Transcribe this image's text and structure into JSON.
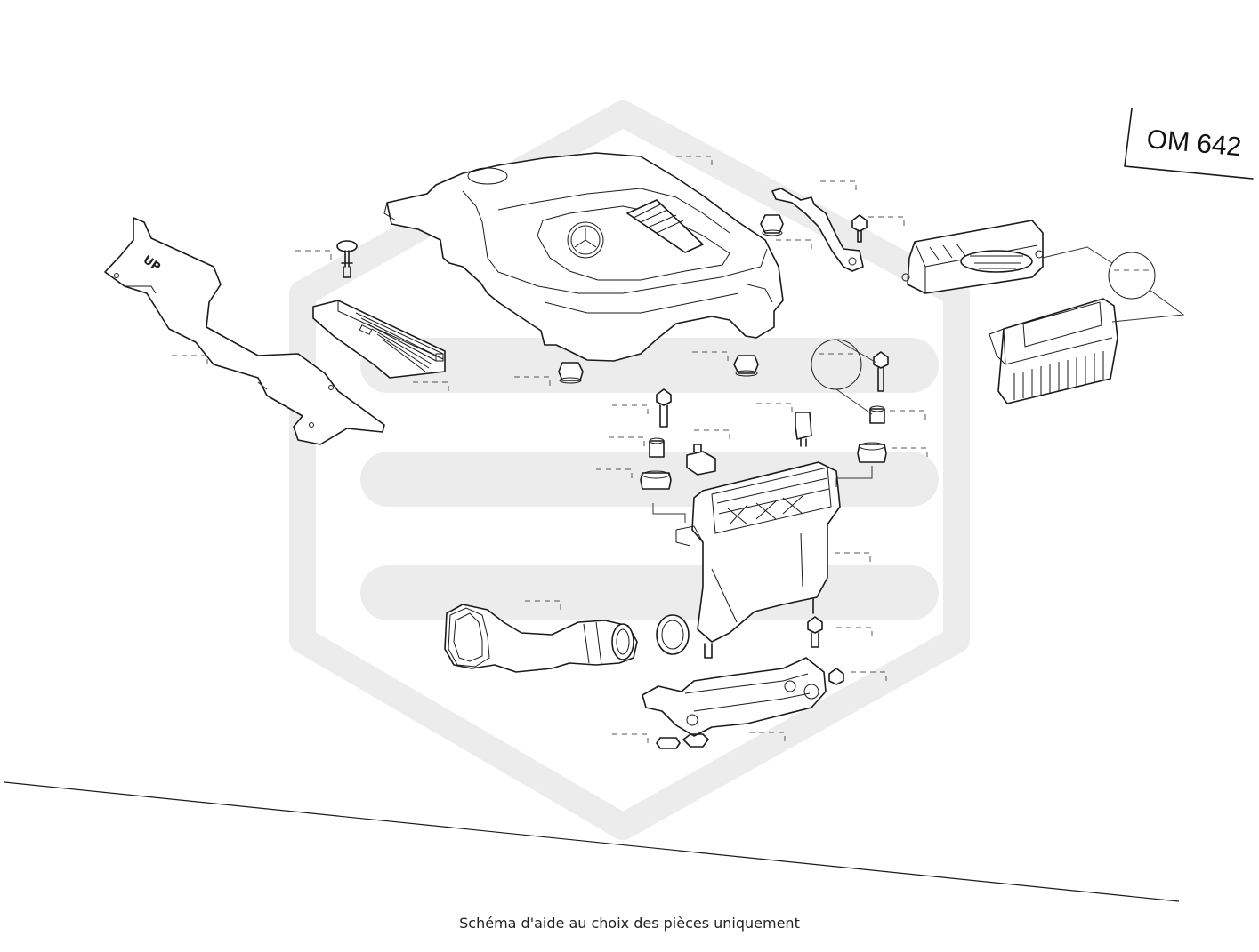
{
  "engine_label": "OM 642",
  "stamp_text": "UP",
  "caption": "Schéma d'aide au choix des pièces uniquement",
  "colors": {
    "line": "#1a1a1a",
    "watermark": "#ececec",
    "background": "#ffffff"
  }
}
